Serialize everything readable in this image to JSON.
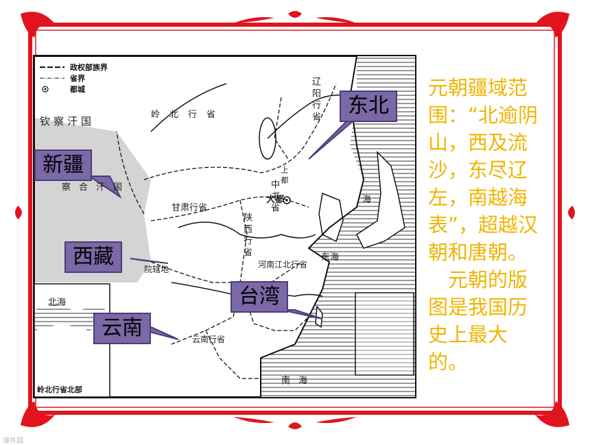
{
  "legend": {
    "boundary_label": "政权部族界",
    "province_label": "省界",
    "capital_label": "都城"
  },
  "map_labels": {
    "qincha": "钦察汗国",
    "lingbei": "岭北行省",
    "liaoyang": "辽阳行省",
    "chagatai": "察合汗国",
    "gansu": "甘肃行省",
    "shaanxi": "陕西行省",
    "zhongshu": "中书省",
    "dadu": "大都",
    "shangdu": "上都",
    "henan": "河南江北行省",
    "xuanzheng": "院辖地",
    "yunnan_prov": "云南行省",
    "lingbei_inset": "岭北行省北部",
    "beihai": "北海",
    "donghai": "东海",
    "nanhai": "南海",
    "hai": "海"
  },
  "callouts": {
    "dongbei": "东北",
    "xinjiang": "新疆",
    "xizang": "西藏",
    "taiwan": "台湾",
    "yunnan": "云南"
  },
  "side_text": {
    "p1": "元朝疆域范围：“北逾阴山，西及流沙，东尽辽左，南越海表”，超越汉朝和唐朝。",
    "p2": "　元朝的版图是我国历史上最大的。"
  },
  "footer": {
    "left": "课件园"
  },
  "colors": {
    "frame_red": "#e1141e",
    "callout_fill": "#7b68a6",
    "text_gold": "#f0b400"
  }
}
